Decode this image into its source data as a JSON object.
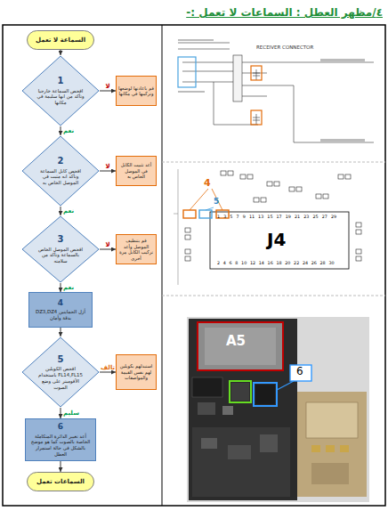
{
  "diagram": {
    "title": "٤/مظهر العطل : السماعات لا تعمل :-",
    "nodes": [
      {
        "text": [
          "السماعة لا تعمل"
        ]
      },
      {
        "text": [
          "1",
          "افحص السماعة خارجيا وتأكد من انها سليمة في مكانها"
        ]
      },
      {
        "text": [
          "قم باعادتها لوضعها وتركيبها في مكانها"
        ]
      },
      {
        "text": [
          "2",
          "افحص كابل السماعة وتأكد انه مثبت في الموصل الخاص به"
        ]
      },
      {
        "text": [
          "أعد تثبيت الكابل في الموصل الخاص به"
        ]
      },
      {
        "text": [
          "3",
          "افحص الموصل الخاص بالسماعة وتأكد من سلامته"
        ]
      },
      {
        "text": [
          "قم بتنظيف الموصل وأعد تركيب الكابل مرة أخرى"
        ]
      },
      {
        "text": [
          "4",
          "أزل الحمايتين DZ3,DZ4 بدقة وأمان"
        ]
      },
      {
        "text": [
          "5",
          "افحص الكويلين FL14,FL15 باستخدام الأفوميتر على وضع الصوت"
        ]
      },
      {
        "text": [
          "استبدلهم بكويلين لهم نفس القيمة والمواصفات"
        ]
      },
      {
        "text": [
          "6",
          "أعد تغيير الدائرة المتكاملة الخاصة بالصوت كما هو موضح بالشكل في حالة استمرار العطل"
        ]
      },
      {
        "text": [
          "السماعات تعمل"
        ]
      }
    ],
    "edges": [
      {
        "from": 0,
        "to": 1,
        "arrow": "to"
      },
      {
        "from": 1,
        "to": 2,
        "label": "لا",
        "arrow": "to"
      },
      {
        "from": 1,
        "to": 3,
        "label": "نعم",
        "arrow": "to"
      },
      {
        "from": 3,
        "to": 4,
        "label": "لا",
        "arrow": "to"
      },
      {
        "from": 3,
        "to": 5,
        "label": "نعم",
        "arrow": "to"
      },
      {
        "from": 5,
        "to": 6,
        "label": "لا",
        "arrow": "to"
      },
      {
        "from": 5,
        "to": 7,
        "label": "نعم",
        "arrow": "to"
      },
      {
        "from": 7,
        "to": 8,
        "arrow": "to"
      },
      {
        "from": 8,
        "to": 9,
        "label": "تالف",
        "arrow": "to"
      },
      {
        "from": 8,
        "to": 10,
        "label": "سليم",
        "arrow": "to"
      },
      {
        "from": 10,
        "to": 11,
        "arrow": "to"
      }
    ],
    "labels": [
      "RECEIVER CONNECTOR",
      "4",
      "5",
      "J4",
      "1 3 5 7 9 11 13 15 17 19 21 23 25 27 29",
      "2 4 6 8 10 12 14 16 18 20 22 24 26 28 30",
      "A5",
      "6"
    ]
  }
}
